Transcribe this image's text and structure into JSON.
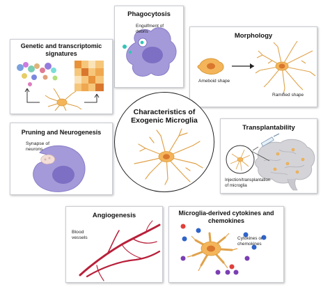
{
  "center": {
    "title_line1": "Characteristics of",
    "title_line2": "Exogenic Microglia"
  },
  "panels": {
    "phagocytosis": {
      "title": "Phagocytosis",
      "label_line1": "Engulfment of",
      "label_line2": "debris"
    },
    "genetic": {
      "title_line1": "Genetic and transcriptomic",
      "title_line2": "signatures"
    },
    "morphology": {
      "title": "Morphology",
      "label_ameboid": "Ameboid shape",
      "label_ramified": "Ramified shape"
    },
    "pruning": {
      "title": "Pruning and Neurogenesis",
      "label_line1": "Synapse of",
      "label_line2": "neurons"
    },
    "transplantability": {
      "title": "Transplantability",
      "label_line1": "Injection/transplantation",
      "label_line2": "of microglia"
    },
    "angiogenesis": {
      "title": "Angiogenesis",
      "label_line1": "Blood",
      "label_line2": "vessels"
    },
    "cytokines": {
      "title_line1": "Microglia-derived cytokines and",
      "title_line2": "chemokines",
      "label_line1": "Cytokines or",
      "label_line2": "chemokines"
    }
  },
  "colors": {
    "microglia_fill": "#f4b55a",
    "microglia_outline": "#d99a3c",
    "nucleus": "#d9772e",
    "macrophage_fill": "#a59ad9",
    "macrophage_nucleus": "#7d6fc4",
    "vessel": "#b8203a",
    "brain": "#d4d4d8",
    "dot_red": "#e0403a",
    "dot_blue": "#2f63c9",
    "dot_purple": "#7a3fb3",
    "debris_teal": "#35c3b6"
  }
}
